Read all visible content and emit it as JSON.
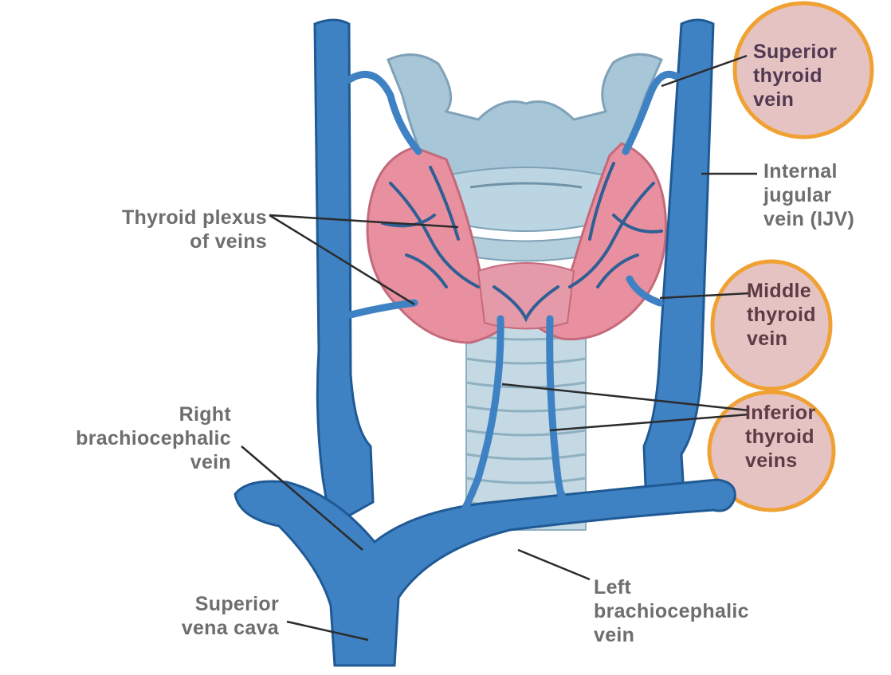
{
  "labels": {
    "superior_thyroid_vein": [
      "Superior",
      "thyroid",
      "vein"
    ],
    "internal_jugular_vein": [
      "Internal",
      "jugular",
      "vein (IJV)"
    ],
    "middle_thyroid_vein": [
      "Middle",
      "thyroid",
      "vein"
    ],
    "inferior_thyroid_veins": [
      "Inferior",
      "thyroid",
      "veins"
    ],
    "thyroid_plexus": [
      "Thyroid plexus",
      "of veins"
    ],
    "right_brachiocephalic_vein": [
      "Right",
      "brachiocephalic",
      "vein"
    ],
    "superior_vena_cava": [
      "Superior",
      "vena cava"
    ],
    "left_brachiocephalic_vein": [
      "Left",
      "brachiocephalic",
      "vein"
    ]
  },
  "colors": {
    "vein_blue": "#3f82c4",
    "vein_dark": "#1f5a95",
    "thyroid_pink": "#e8909f",
    "cartilage_blue": "#a7c6d8",
    "trachea": "#c4d9e3",
    "highlight_fill": "#e6c3c3",
    "highlight_ring": "#f0a133",
    "label_gray": "#6e6e6e"
  }
}
